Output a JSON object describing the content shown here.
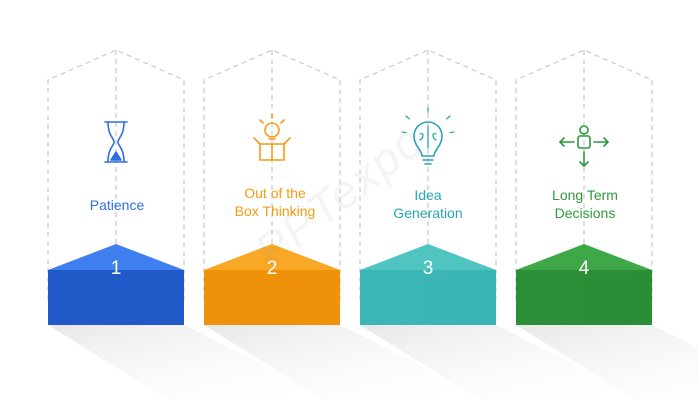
{
  "steps": [
    {
      "number": "1",
      "label": "Patience",
      "icon": "hourglass-icon",
      "color": "#2f6fe0",
      "front": "#2259c8",
      "top": "#3f7ff0"
    },
    {
      "number": "2",
      "label": "Out of the\nBox Thinking",
      "icon": "lightbulb-box-icon",
      "color": "#f39c12",
      "front": "#ee920a",
      "top": "#f8a826"
    },
    {
      "number": "3",
      "label": "Idea\nGeneration",
      "icon": "brain-bulb-icon",
      "color": "#26a8b0",
      "front": "#3bb5b5",
      "top": "#4fc4c1"
    },
    {
      "number": "4",
      "label": "Long Term\nDecisions",
      "icon": "person-arrows-icon",
      "color": "#2f9a3b",
      "front": "#2c8e37",
      "top": "#3ea849"
    }
  ],
  "watermark": "PPTexpo"
}
